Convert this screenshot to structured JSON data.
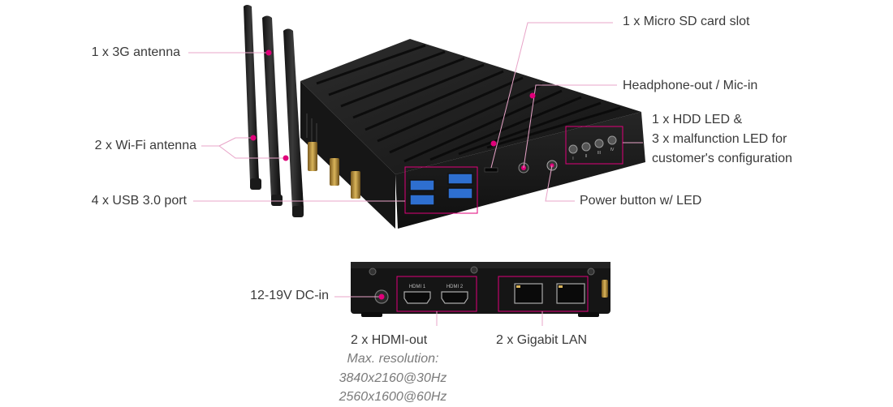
{
  "colors": {
    "accent": "#e0007a",
    "device_body": "#1d1d1d",
    "usb_blue": "#2e6fd0",
    "text": "#3a3a3a",
    "note_text": "#7a7a7a"
  },
  "labels": {
    "antenna_3g": "1 x 3G antenna",
    "antenna_wifi": "2 x Wi-Fi antenna",
    "usb_ports": "4 x USB 3.0 port",
    "micro_sd": "1 x Micro SD card slot",
    "headphone": "Headphone-out / Mic-in",
    "leds": "1 x HDD LED &\n3 x malfunction LED for\ncustomer's configuration",
    "power_button": "Power button w/ LED",
    "dc_in": "12-19V DC-in",
    "hdmi": "2 x HDMI-out",
    "lan": "2 x Gigabit LAN"
  },
  "hdmi_note": {
    "title": "Max. resolution:",
    "line1": "3840x2160@30Hz",
    "line2": "2560x1600@60Hz"
  },
  "panel_text": {
    "hdmi1": "HDMI 1",
    "hdmi2": "HDMI 2",
    "led_marks": [
      "I",
      "II",
      "III",
      "IV"
    ]
  }
}
